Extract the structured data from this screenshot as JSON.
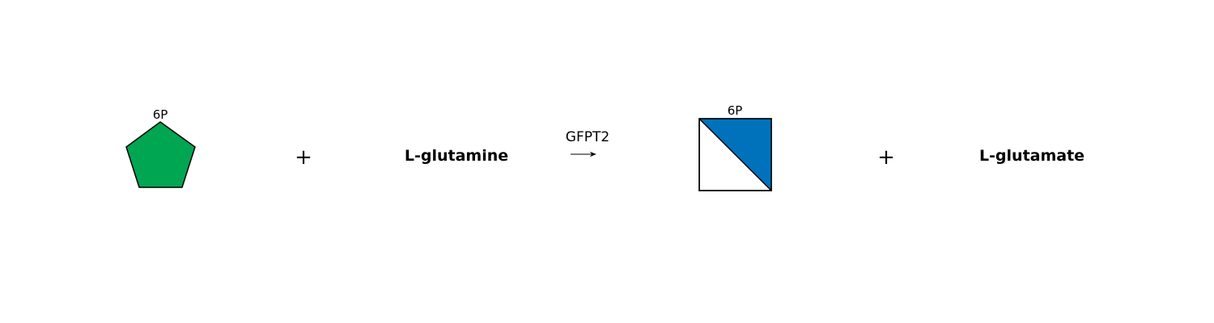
{
  "reaction": {
    "reactants": {
      "sugar": {
        "modification": "6P",
        "fill_color": "#00A651"
      },
      "cosubstrate": "L-glutamine"
    },
    "enzyme": "GFPT2",
    "products": {
      "sugar": {
        "modification": "6P",
        "fill_color": "#0072BC"
      },
      "coproduct": "L-glutamate"
    },
    "operator": "+"
  }
}
